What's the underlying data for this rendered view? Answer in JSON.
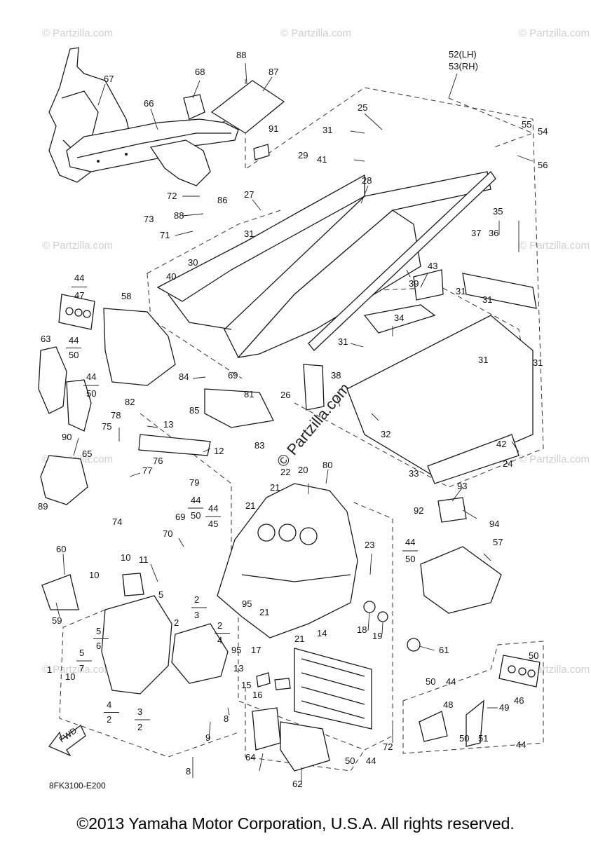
{
  "diagram_code": "8FK3100-E200",
  "copyright": "©2013 Yamaha Motor Corporation, U.S.A. All rights reserved.",
  "watermark": "© Partzilla.com",
  "fwd_label": "FWD",
  "callouts": [
    {
      "id": "67",
      "text": "67"
    },
    {
      "id": "66",
      "text": "66"
    },
    {
      "id": "68",
      "text": "68"
    },
    {
      "id": "88a",
      "text": "88"
    },
    {
      "id": "87",
      "text": "87"
    },
    {
      "id": "52",
      "text": "52(LH)"
    },
    {
      "id": "53",
      "text": "53(RH)"
    },
    {
      "id": "25",
      "text": "25"
    },
    {
      "id": "31a",
      "text": "31"
    },
    {
      "id": "41",
      "text": "41"
    },
    {
      "id": "91",
      "text": "91"
    },
    {
      "id": "55",
      "text": "55"
    },
    {
      "id": "54",
      "text": "54"
    },
    {
      "id": "56",
      "text": "56"
    },
    {
      "id": "29",
      "text": "29"
    },
    {
      "id": "28",
      "text": "28"
    },
    {
      "id": "27",
      "text": "27"
    },
    {
      "id": "72a",
      "text": "72"
    },
    {
      "id": "73",
      "text": "73"
    },
    {
      "id": "88b",
      "text": "88"
    },
    {
      "id": "86",
      "text": "86"
    },
    {
      "id": "71",
      "text": "71"
    },
    {
      "id": "31b",
      "text": "31"
    },
    {
      "id": "35",
      "text": "35"
    },
    {
      "id": "37",
      "text": "37"
    },
    {
      "id": "36",
      "text": "36"
    },
    {
      "id": "30",
      "text": "30"
    },
    {
      "id": "40",
      "text": "40"
    },
    {
      "id": "43",
      "text": "43"
    },
    {
      "id": "39",
      "text": "39"
    },
    {
      "id": "44a",
      "text": "44"
    },
    {
      "id": "47",
      "text": "47"
    },
    {
      "id": "58",
      "text": "58"
    },
    {
      "id": "31c",
      "text": "31"
    },
    {
      "id": "31d",
      "text": "31"
    },
    {
      "id": "34",
      "text": "34"
    },
    {
      "id": "63",
      "text": "63"
    },
    {
      "id": "44b",
      "text": "44"
    },
    {
      "id": "50a",
      "text": "50"
    },
    {
      "id": "31e",
      "text": "31"
    },
    {
      "id": "31f",
      "text": "31"
    },
    {
      "id": "31g",
      "text": "31"
    },
    {
      "id": "44c",
      "text": "44"
    },
    {
      "id": "50b",
      "text": "50"
    },
    {
      "id": "84",
      "text": "84"
    },
    {
      "id": "69a",
      "text": "69"
    },
    {
      "id": "81",
      "text": "81"
    },
    {
      "id": "38",
      "text": "38"
    },
    {
      "id": "26",
      "text": "26"
    },
    {
      "id": "82",
      "text": "82"
    },
    {
      "id": "85",
      "text": "85"
    },
    {
      "id": "78",
      "text": "78"
    },
    {
      "id": "75",
      "text": "75"
    },
    {
      "id": "13a",
      "text": "13"
    },
    {
      "id": "83",
      "text": "83"
    },
    {
      "id": "32",
      "text": "32"
    },
    {
      "id": "42",
      "text": "42"
    },
    {
      "id": "90",
      "text": "90"
    },
    {
      "id": "65",
      "text": "65"
    },
    {
      "id": "12",
      "text": "12"
    },
    {
      "id": "24",
      "text": "24"
    },
    {
      "id": "22",
      "text": "22"
    },
    {
      "id": "20",
      "text": "20"
    },
    {
      "id": "80",
      "text": "80"
    },
    {
      "id": "77",
      "text": "77"
    },
    {
      "id": "76",
      "text": "76"
    },
    {
      "id": "33",
      "text": "33"
    },
    {
      "id": "79",
      "text": "79"
    },
    {
      "id": "21a",
      "text": "21"
    },
    {
      "id": "93",
      "text": "93"
    },
    {
      "id": "89",
      "text": "89"
    },
    {
      "id": "44d",
      "text": "44"
    },
    {
      "id": "50c",
      "text": "50"
    },
    {
      "id": "44e",
      "text": "44"
    },
    {
      "id": "45",
      "text": "45"
    },
    {
      "id": "21b",
      "text": "21"
    },
    {
      "id": "92",
      "text": "92"
    },
    {
      "id": "94",
      "text": "94"
    },
    {
      "id": "74",
      "text": "74"
    },
    {
      "id": "69b",
      "text": "69"
    },
    {
      "id": "70",
      "text": "70"
    },
    {
      "id": "60",
      "text": "60"
    },
    {
      "id": "10a",
      "text": "10"
    },
    {
      "id": "11",
      "text": "11"
    },
    {
      "id": "23",
      "text": "23"
    },
    {
      "id": "44f",
      "text": "44"
    },
    {
      "id": "50d",
      "text": "50"
    },
    {
      "id": "57",
      "text": "57"
    },
    {
      "id": "10b",
      "text": "10"
    },
    {
      "id": "5a",
      "text": "5"
    },
    {
      "id": "2a",
      "text": "2"
    },
    {
      "id": "3a",
      "text": "3"
    },
    {
      "id": "95a",
      "text": "95"
    },
    {
      "id": "21c",
      "text": "21"
    },
    {
      "id": "59",
      "text": "59"
    },
    {
      "id": "18",
      "text": "18"
    },
    {
      "id": "19",
      "text": "19"
    },
    {
      "id": "2b",
      "text": "2"
    },
    {
      "id": "2c",
      "text": "2"
    },
    {
      "id": "4a",
      "text": "4"
    },
    {
      "id": "5b",
      "text": "5"
    },
    {
      "id": "6",
      "text": "6"
    },
    {
      "id": "21d",
      "text": "21"
    },
    {
      "id": "14",
      "text": "14"
    },
    {
      "id": "61",
      "text": "61"
    },
    {
      "id": "50e",
      "text": "50"
    },
    {
      "id": "5c",
      "text": "5"
    },
    {
      "id": "7",
      "text": "7"
    },
    {
      "id": "1",
      "text": "1"
    },
    {
      "id": "95b",
      "text": "95"
    },
    {
      "id": "17",
      "text": "17"
    },
    {
      "id": "13b",
      "text": "13"
    },
    {
      "id": "50f",
      "text": "50"
    },
    {
      "id": "44g",
      "text": "44"
    },
    {
      "id": "46",
      "text": "46"
    },
    {
      "id": "10c",
      "text": "10"
    },
    {
      "id": "15",
      "text": "15"
    },
    {
      "id": "16",
      "text": "16"
    },
    {
      "id": "4b",
      "text": "4"
    },
    {
      "id": "2d",
      "text": "2"
    },
    {
      "id": "3b",
      "text": "3"
    },
    {
      "id": "2e",
      "text": "2"
    },
    {
      "id": "8a",
      "text": "8"
    },
    {
      "id": "48",
      "text": "48"
    },
    {
      "id": "49",
      "text": "49"
    },
    {
      "id": "9",
      "text": "9"
    },
    {
      "id": "72b",
      "text": "72"
    },
    {
      "id": "50g",
      "text": "50"
    },
    {
      "id": "51",
      "text": "51"
    },
    {
      "id": "44h",
      "text": "44"
    },
    {
      "id": "8b",
      "text": "8"
    },
    {
      "id": "64",
      "text": "64"
    },
    {
      "id": "50h",
      "text": "50"
    },
    {
      "id": "44i",
      "text": "44"
    },
    {
      "id": "62",
      "text": "62"
    }
  ]
}
